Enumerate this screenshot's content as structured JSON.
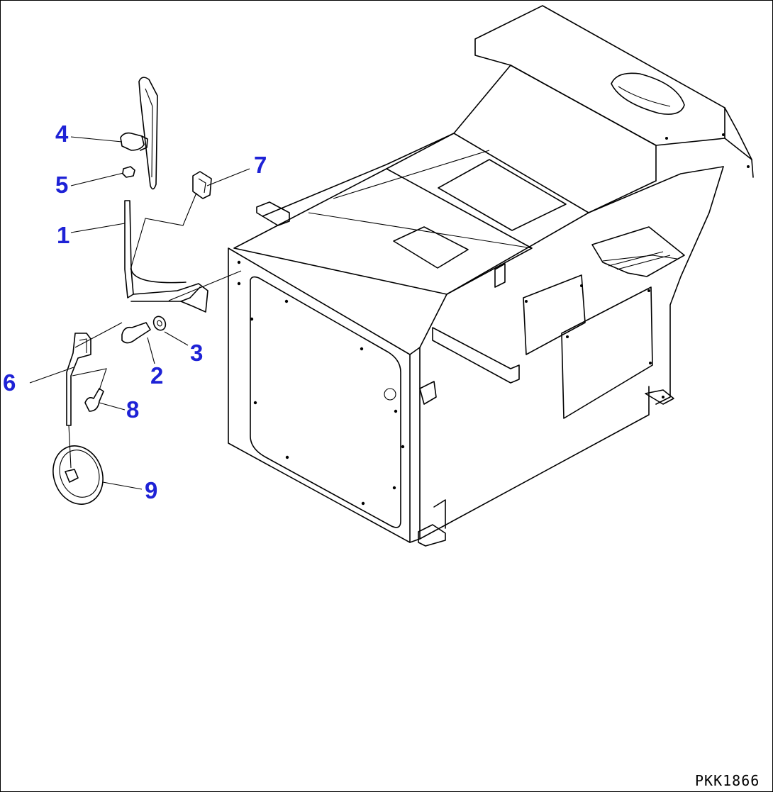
{
  "diagram": {
    "drawing_id": "PKK1866",
    "callout_color": "#1e22d6",
    "callouts": [
      {
        "id": "1",
        "label": "1"
      },
      {
        "id": "2",
        "label": "2"
      },
      {
        "id": "3",
        "label": "3"
      },
      {
        "id": "4",
        "label": "4"
      },
      {
        "id": "5",
        "label": "5"
      },
      {
        "id": "6",
        "label": "6"
      },
      {
        "id": "7",
        "label": "7"
      },
      {
        "id": "8",
        "label": "8"
      },
      {
        "id": "9",
        "label": "9"
      }
    ]
  }
}
